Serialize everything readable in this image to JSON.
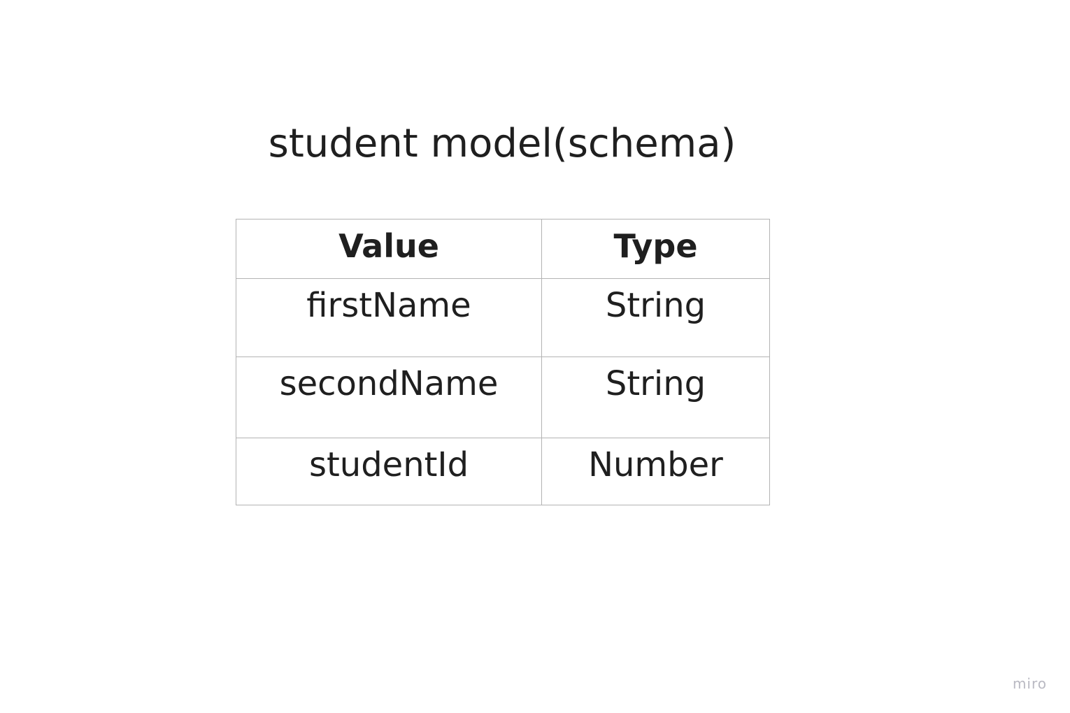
{
  "title": "student model(schema)",
  "table": {
    "headers": [
      "Value",
      "Type"
    ],
    "rows": [
      [
        "firstName",
        "String"
      ],
      [
        "secondName",
        "String"
      ],
      [
        "studentId",
        "Number"
      ]
    ]
  },
  "watermark": "miro",
  "colors": {
    "text": "#1f1f1f",
    "border": "#b3b3b3",
    "watermark": "#b9b9c2",
    "background": "#ffffff"
  }
}
